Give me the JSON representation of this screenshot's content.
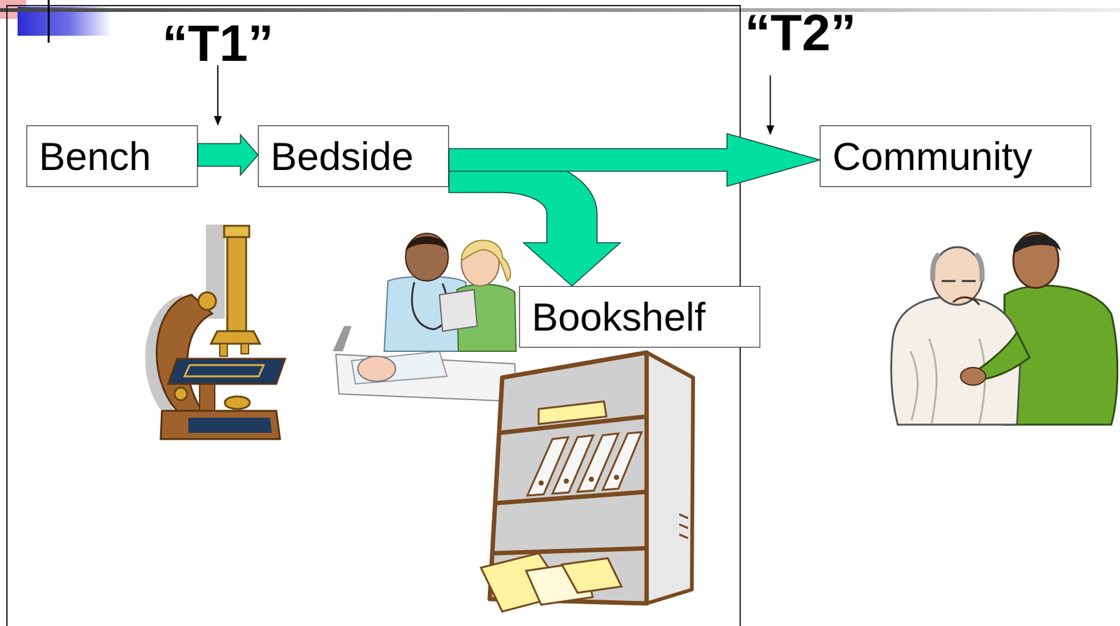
{
  "diagram": {
    "nodes": [
      {
        "text": [
          "Bench"
        ]
      },
      {
        "text": [
          "Bedside"
        ]
      },
      {
        "text": [
          "Community"
        ]
      },
      {
        "text": [
          "Bookshelf"
        ]
      }
    ],
    "edges": [
      {
        "from": 0,
        "to": 1,
        "arrow": "to"
      },
      {
        "from": 1,
        "to": 2,
        "arrow": "to"
      },
      {
        "from": 1,
        "to": 3,
        "arrow": "to"
      }
    ],
    "labels": [
      "“T1”",
      "“T2”"
    ]
  }
}
